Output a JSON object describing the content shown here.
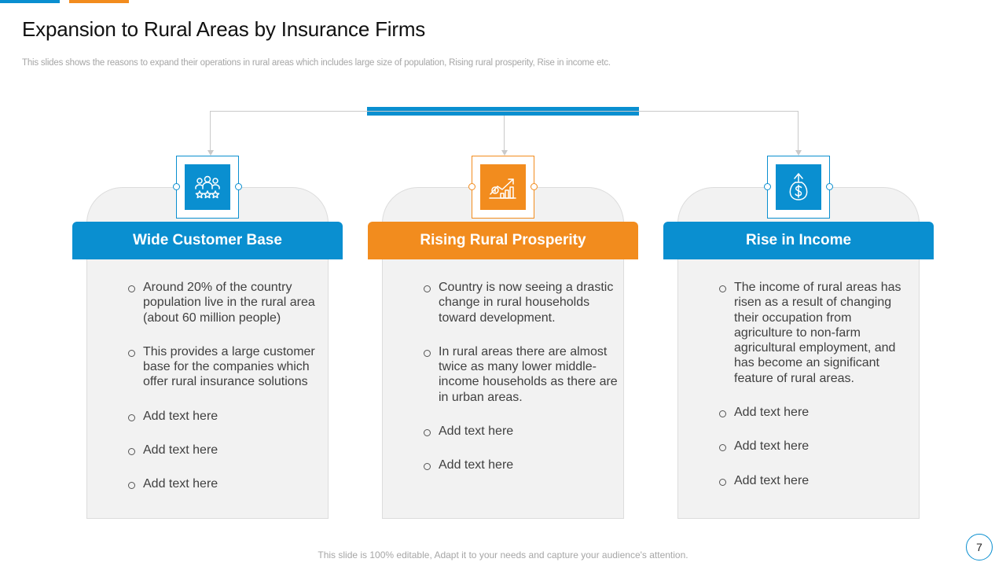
{
  "slide": {
    "title": "Expansion to Rural Areas by Insurance Firms",
    "subtitle": "This slides shows the reasons to expand their operations in rural areas which includes large size of population, Rising rural prosperity, Rise in income etc.",
    "footer": "This slide is 100% editable, Adapt it to your needs and capture your audience's attention.",
    "page_number": "7"
  },
  "colors": {
    "blue": "#0a8fd0",
    "orange": "#f28c1e",
    "card": "#f2f2f2",
    "text": "#404040"
  },
  "cards": [
    {
      "title": "Wide Customer Base",
      "icon": "customer-group-icon",
      "color": "blue",
      "bullets": [
        "Around 20% of the country population live in the rural area (about 60 million people)",
        "This provides a large customer base for the companies which offer rural insurance solutions",
        "Add text here",
        "Add text here",
        "Add text here"
      ]
    },
    {
      "title": "Rising Rural Prosperity",
      "icon": "growth-chart-icon",
      "color": "orange",
      "bullets": [
        "Country is now seeing a drastic change in rural households toward development.",
        "In rural areas there are almost twice as many lower middle-income households as there are in urban areas.",
        "Add text here",
        "Add text here"
      ]
    },
    {
      "title": "Rise in Income",
      "icon": "money-bag-icon",
      "color": "blue",
      "bullets": [
        "The income of rural areas has risen as a result of changing their occupation from agriculture to non-farm agricultural employment, and has become an significant feature of rural areas.",
        "Add text here",
        "Add text here",
        "Add text here"
      ]
    }
  ]
}
